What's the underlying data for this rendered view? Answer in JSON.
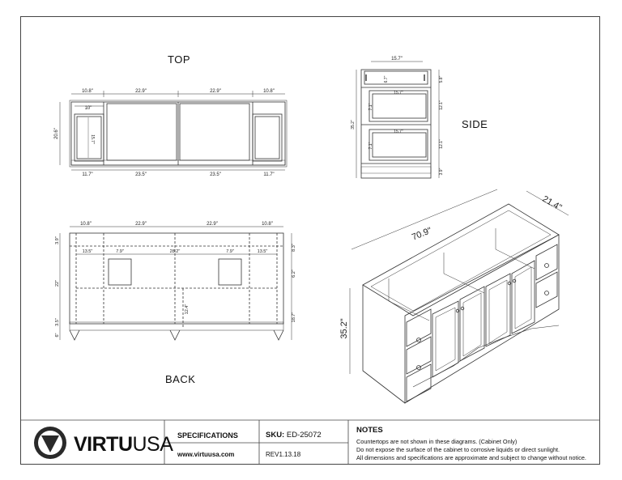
{
  "views": {
    "top": "TOP",
    "side": "SIDE",
    "back": "BACK"
  },
  "dimensions": {
    "top_upper": [
      "10.8\"",
      "22.9\"",
      "22.9\"",
      "10.8\""
    ],
    "top_inner": "10\"",
    "top_depth": "20.6\"",
    "top_drawer": "15.7\"",
    "top_lower": [
      "11.7\"",
      "23.5\"",
      "23.5\"",
      "11.7\""
    ],
    "side_width": "15.7\"",
    "side_inner": [
      "6.7\"",
      "15.7\"",
      "15.7\""
    ],
    "side_right": [
      "5.8\"",
      "12.1\"",
      "12.1\"",
      "3.9\""
    ],
    "side_left_inner": [
      "7.1\"",
      "7.1\""
    ],
    "side_height": "35.2\"",
    "back_upper": [
      "10.8\"",
      "22.9\"",
      "22.9\"",
      "10.8\""
    ],
    "back_second": [
      "13.5\"",
      "7.9\"",
      "28.2\"",
      "7.9\"",
      "13.5\""
    ],
    "back_left": [
      "3.9\"",
      "22\"",
      "3.5\"",
      "6\""
    ],
    "back_right": [
      "8.3\"",
      "6.2\"",
      "18.7\""
    ],
    "back_center": "12.4\"",
    "iso_width": "70.9\"",
    "iso_depth": "21.4\"",
    "iso_height": "35.2\""
  },
  "footer": {
    "brand_bold": "VIRTU",
    "brand_light": "USA",
    "specifications": "SPECIFICATIONS",
    "website": "www.virtuusa.com",
    "sku_label": "SKU:",
    "sku_value": "ED-25072",
    "revision": "REV1.13.18",
    "notes_title": "NOTES",
    "notes": [
      "Countertops are not shown in these diagrams. (Cabinet Only)",
      "Do not expose the surface of the cabinet to corrosive liquids or direct sunlight.",
      "All dimensions and specifications are approximate and subject to change without notice."
    ]
  }
}
